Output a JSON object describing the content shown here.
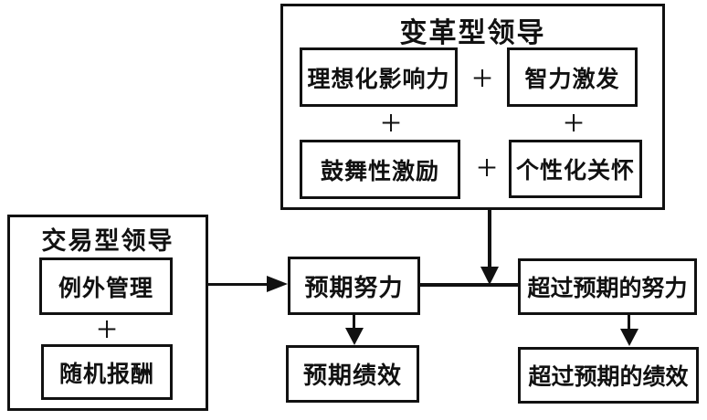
{
  "page": {
    "background": "#ffffff",
    "ink": "#111111"
  },
  "plus": "+",
  "transformational": {
    "title": "变革型领导",
    "row1": [
      "理想化影响力",
      "智力激发"
    ],
    "row2": [
      "鼓舞性激励",
      "个性化关怀"
    ]
  },
  "transactional": {
    "title": "交易型领导",
    "items": [
      "例外管理",
      "随机报酬"
    ]
  },
  "flow": {
    "expected_effort": "预期努力",
    "expected_performance": "预期绩效",
    "extra_effort": "超过预期的努力",
    "extra_performance": "超过预期的绩效"
  }
}
